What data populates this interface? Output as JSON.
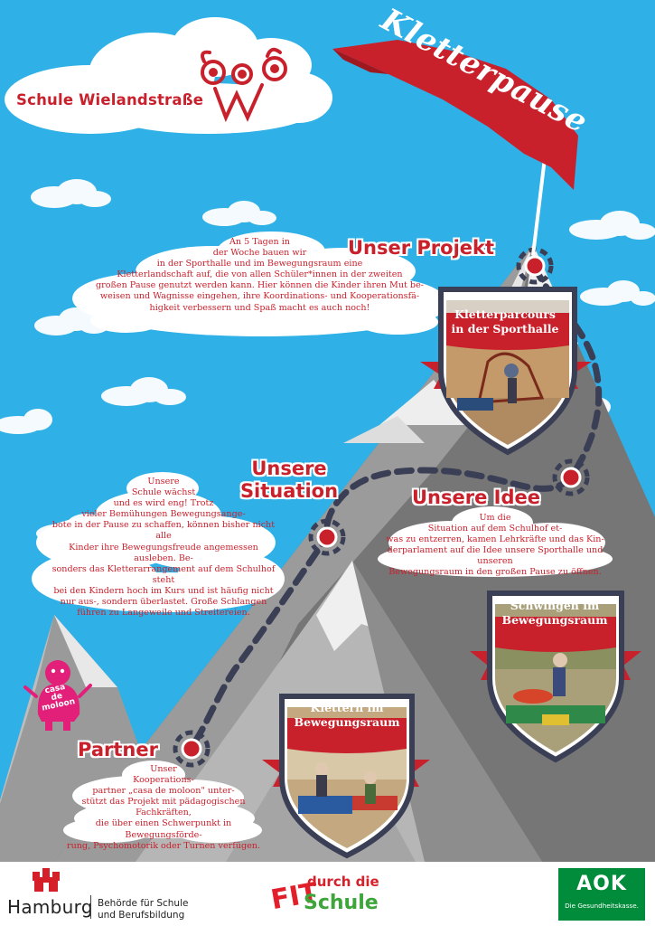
{
  "school": {
    "name": "Schule Wielandstraße"
  },
  "flag": {
    "title": "Kletterpause"
  },
  "sections": {
    "projekt": {
      "heading": "Unser Projekt",
      "lines": [
        "An 5 Tagen in",
        "der Woche bauen wir",
        "in der Sporthalle und im Bewegungsraum eine",
        "Kletterlandschaft auf, die von allen Schüler*innen in der zweiten",
        "großen Pause genutzt werden kann. Hier können die Kinder ihren Mut be-",
        "weisen und Wagnisse eingehen, ihre Koordinations- und Kooperationsfä-",
        "higkeit verbessern und Spaß macht es auch noch!"
      ]
    },
    "situation": {
      "heading_line1": "Unsere",
      "heading_line2": "Situation",
      "lines": [
        "Unsere",
        "Schule wächst",
        "und es wird eng! Trotz",
        "vieler Bemühungen Bewegungsange-",
        "bote in der Pause zu schaffen, können bisher nicht alle",
        "Kinder ihre Bewegungsfreude angemessen ausleben. Be-",
        "sonders das Kletterarrangement auf dem Schulhof steht",
        "bei den Kindern hoch im Kurs und ist häufig nicht",
        "nur aus-, sondern überlastet. Große Schlangen",
        "führen zu Langeweile und Streitereien."
      ]
    },
    "idee": {
      "heading": "Unsere Idee",
      "lines": [
        "Um die",
        "Situation auf dem Schulhof et-",
        "was zu entzerren, kamen Lehrkräfte und das Kin-",
        "derparlament auf die Idee unsere Sporthalle und unseren",
        "Bewegungsraum in den großen Pause zu öffnen."
      ]
    },
    "partner": {
      "heading": "Partner",
      "lines": [
        "Unser",
        "Kooperations-",
        "partner „casa de moloon\" unter-",
        "stützt das Projekt mit pädagogischen Fachkräften,",
        "die über einen Schwerpunkt in Bewegungsförde-",
        "rung, Psychomotorik oder Turnen verfügen."
      ]
    }
  },
  "badges": [
    {
      "line1": "Kletterparcours",
      "line2": "in der Sporthalle"
    },
    {
      "line1": "Schwingen im",
      "line2": "Bewegungsraum"
    },
    {
      "line1": "Klettern im",
      "line2": "Bewegungsraum"
    }
  ],
  "partner_logo": {
    "line1": "casa",
    "line2": "de",
    "line3": "moloon"
  },
  "footer": {
    "hamburg": {
      "word": "Hamburg",
      "dept_line1": "Behörde für Schule",
      "dept_line2": "und Berufsbildung"
    },
    "fit": {
      "fit": "FIT",
      "durch": "durch die",
      "schule": "Schule"
    },
    "aok": {
      "mark": "AOK",
      "tagline": "Die Gesundheitskasse."
    }
  },
  "colors": {
    "sky": "#2fb0e6",
    "accent_red": "#c8212c",
    "mountain_dark": "#6f6f6f",
    "mountain_light": "#a9a9a9",
    "aok_green": "#008c3a",
    "fit_green": "#3da53a"
  }
}
